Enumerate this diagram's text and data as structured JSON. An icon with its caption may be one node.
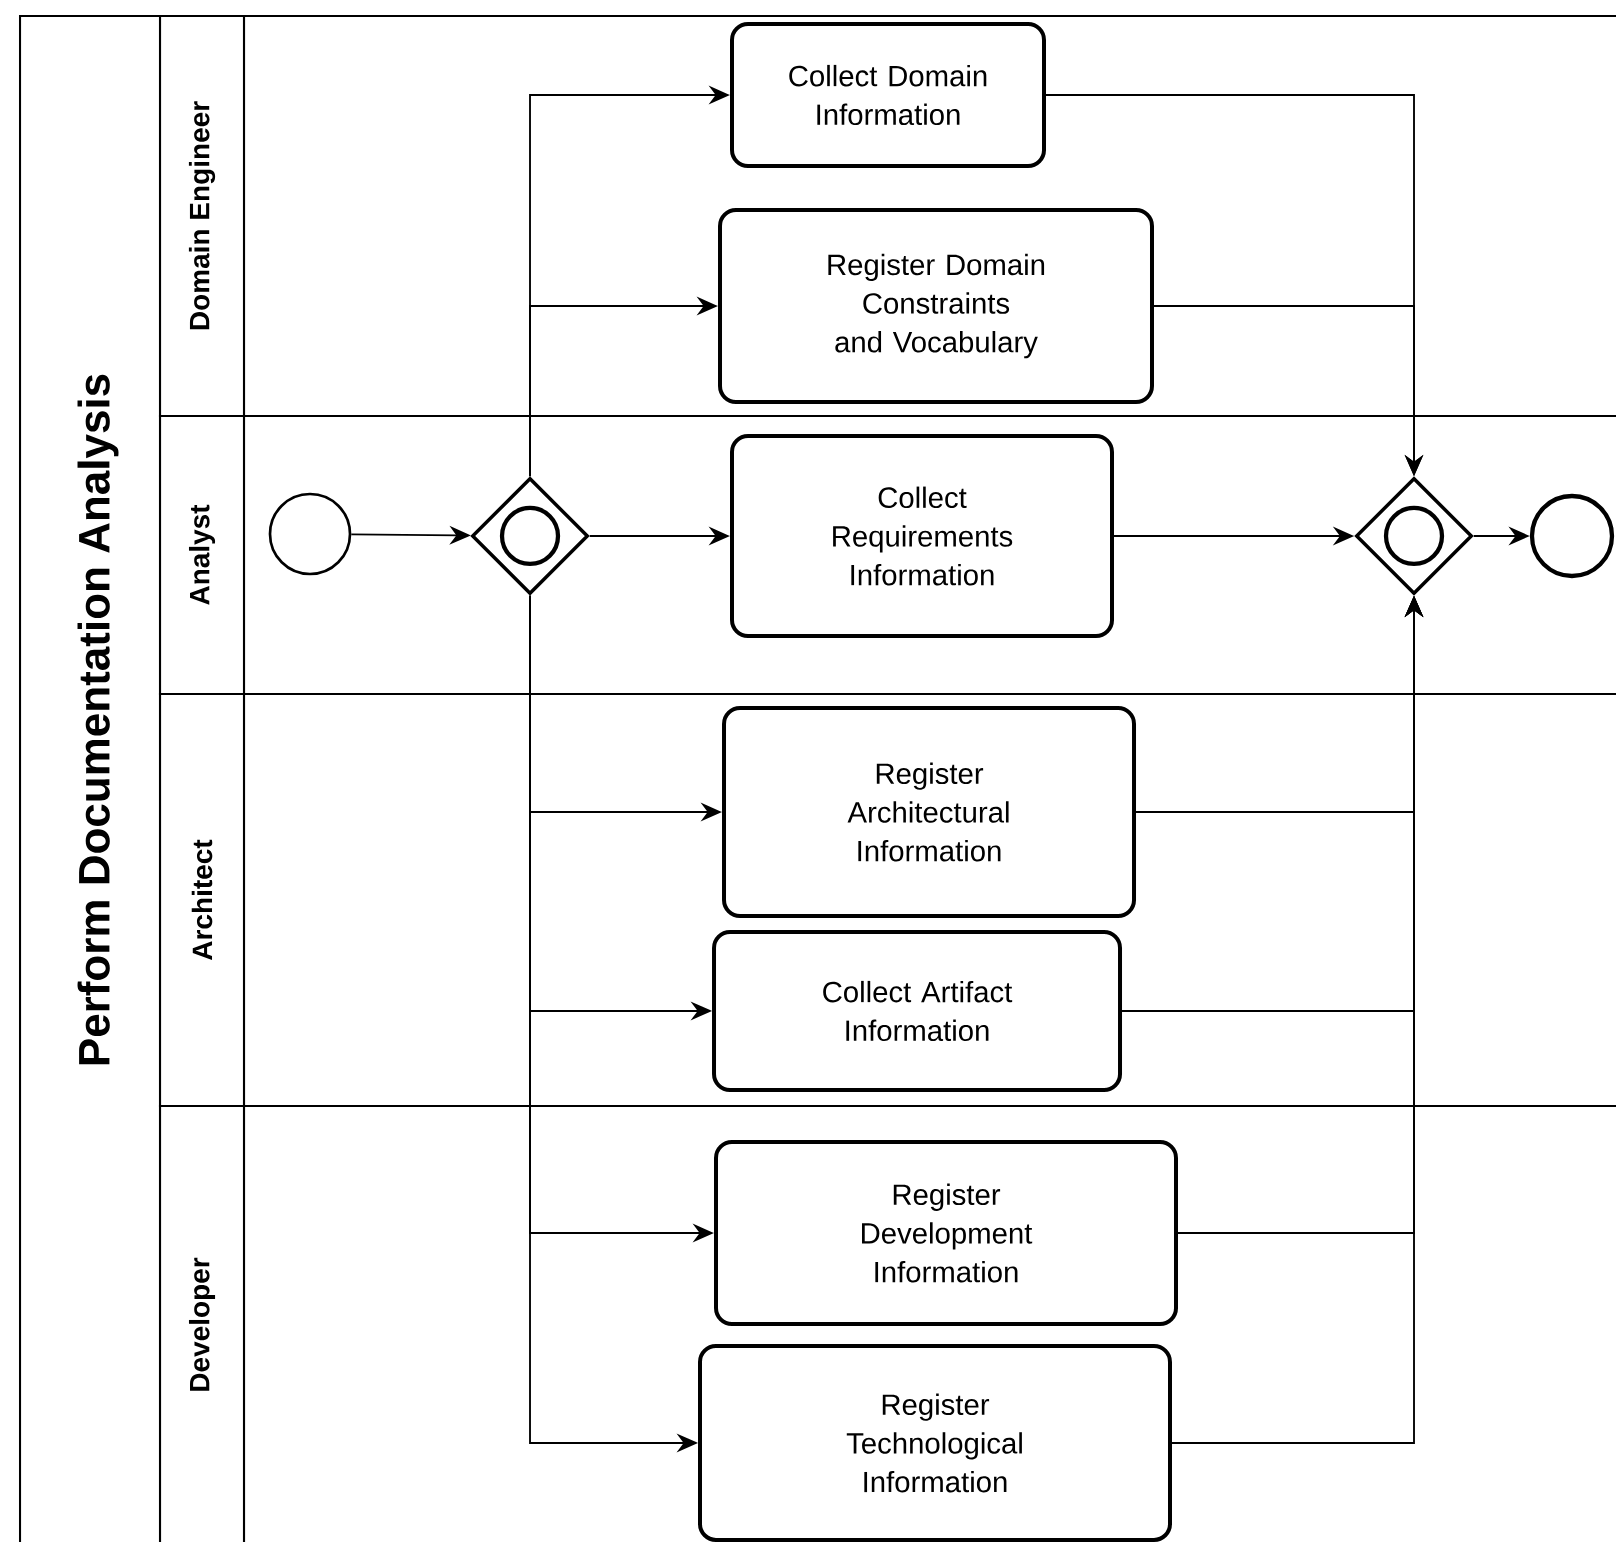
{
  "diagram": {
    "nodes": [
      {
        "text": [
          "Perform Documentation Analysis"
        ]
      },
      {
        "text": [
          "Domain Engineer"
        ],
        "in": 0
      },
      {
        "text": [
          "Analyst"
        ],
        "in": 0
      },
      {
        "text": [
          "Architect"
        ],
        "in": 0
      },
      {
        "text": [
          "Developer"
        ],
        "in": 0
      },
      {
        "text": [
          "Collect Domain Information"
        ],
        "in": 1
      },
      {
        "text": [
          "Register Domain Constraints and Vocabulary"
        ],
        "in": 1
      },
      {
        "text": [],
        "shape": "circle",
        "in": 2
      },
      {
        "text": [],
        "shape": "diamond",
        "in": 2
      },
      {
        "text": [
          "Collect Requirements Information"
        ],
        "in": 2
      },
      {
        "text": [],
        "shape": "diamond",
        "in": 2
      },
      {
        "text": [],
        "shape": "circle",
        "in": 2
      },
      {
        "text": [
          "Register Architectural Information"
        ],
        "in": 3
      },
      {
        "text": [
          "Collect Artifact Information"
        ],
        "in": 3
      },
      {
        "text": [
          "Register Development Information"
        ],
        "in": 4
      },
      {
        "text": [
          "Register Technological Information"
        ],
        "in": 4
      }
    ],
    "edges": [
      {
        "from": 7,
        "to": 8,
        "arrow": "to"
      },
      {
        "from": 8,
        "to": 5,
        "arrow": "to"
      },
      {
        "from": 8,
        "to": 6,
        "arrow": "to"
      },
      {
        "from": 8,
        "to": 9,
        "arrow": "to"
      },
      {
        "from": 8,
        "to": 12,
        "arrow": "to"
      },
      {
        "from": 8,
        "to": 13,
        "arrow": "to"
      },
      {
        "from": 8,
        "to": 14,
        "arrow": "to"
      },
      {
        "from": 8,
        "to": 15,
        "arrow": "to"
      },
      {
        "from": 5,
        "to": 10,
        "arrow": "to"
      },
      {
        "from": 6,
        "to": 10,
        "arrow": "to"
      },
      {
        "from": 9,
        "to": 10,
        "arrow": "to"
      },
      {
        "from": 12,
        "to": 10,
        "arrow": "to"
      },
      {
        "from": 13,
        "to": 10,
        "arrow": "to"
      },
      {
        "from": 14,
        "to": 10,
        "arrow": "to"
      },
      {
        "from": 15,
        "to": 10,
        "arrow": "to"
      },
      {
        "from": 10,
        "to": 11,
        "arrow": "to"
      }
    ]
  }
}
